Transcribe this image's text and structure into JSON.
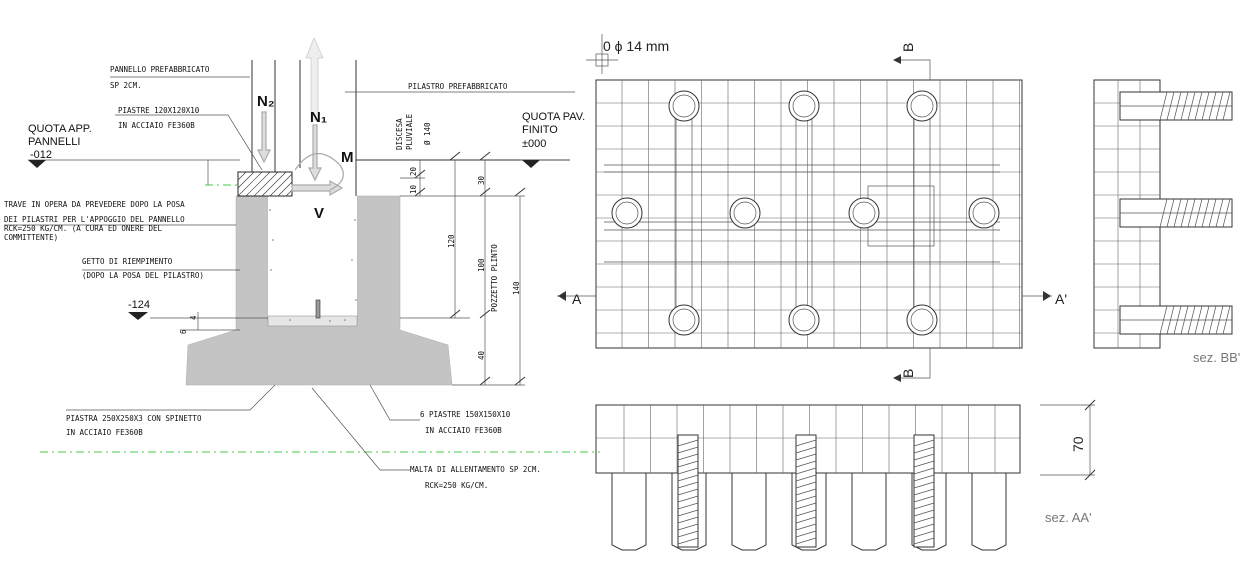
{
  "section_labels": {
    "pannello_prefabbricato": "PANNELLO PREFABBRICATO",
    "pannello_sp": "SP 2CM.",
    "pilastro_prefabbricato": "PILASTRO PREFABBRICATO",
    "piastre_120": "PIASTRE 120X120X10",
    "piastre_120_mat": "IN ACCIAIO FE360B",
    "quota_app": "QUOTA APP.",
    "quota_app_2": "PANNELLI",
    "quota_app_val": "-012",
    "quota_pav": "QUOTA PAV.",
    "quota_pav_2": "FINITO",
    "quota_pav_val": "±000",
    "trave_1": "TRAVE IN OPERA DA PREVEDERE DOPO LA POSA",
    "trave_2": "DEI PILASTRI PER L'APPOGGIO DEL PANNELLO",
    "trave_3": "RCK=250 KG/CM. (A CURA ED ONERE DEL",
    "trave_4": "COMMITTENTE)",
    "getto_1": "GETTO DI RIEMPIMENTO",
    "getto_2": "(DOPO LA POSA DEL PILASTRO)",
    "quota_fondo": "-124",
    "piastra_250": "PIASTRA 250X250X3 CON SPINETTO",
    "piastra_250_mat": "IN ACCIAIO FE360B",
    "piastre_150": "6 PIASTRE 150X150X10",
    "piastre_150_mat": "IN ACCIAIO FE360B",
    "malta_1": "MALTA DI ALLENTAMENTO SP 2CM.",
    "malta_2": "RCK=250 KG/CM.",
    "discesa_1": "DISCESA",
    "discesa_2": "PLUVIALE",
    "discesa_3": "Ø 140",
    "pozzetto": "POZZETTO PLINTO",
    "force_n2": "N₂",
    "force_n1": "N₁",
    "force_m": "M",
    "force_v": "V",
    "dims": {
      "d30": "30",
      "d20": "20",
      "d10": "10",
      "d120": "120",
      "d100": "100",
      "d140": "140",
      "d40": "40",
      "d4": "4",
      "d6": "6"
    }
  },
  "plan": {
    "rebar": "0  ϕ  14 mm",
    "a_left": "A",
    "a_right": "A'",
    "b_top": "B",
    "b_bottom": "B",
    "sez_bb": "sez. BB'",
    "sez_aa": "sez. AA'",
    "dim_70": "70"
  }
}
